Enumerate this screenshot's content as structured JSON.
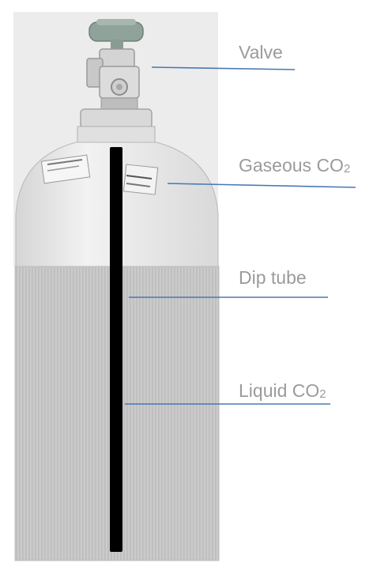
{
  "labels": {
    "valve": "Valve",
    "gaseous": "Gaseous CO",
    "gaseous_sub": "2",
    "dip_tube": "Dip tube",
    "liquid": "Liquid CO",
    "liquid_sub": "2"
  },
  "colors": {
    "background": "#ffffff",
    "photo_background": "#ececec",
    "cylinder_gas": "#e7e7e7",
    "liquid_fill": "#c9c9c9",
    "dip_tube": "#000000",
    "leader_line": "#4a78b5",
    "label_text": "#9b9b9b"
  }
}
